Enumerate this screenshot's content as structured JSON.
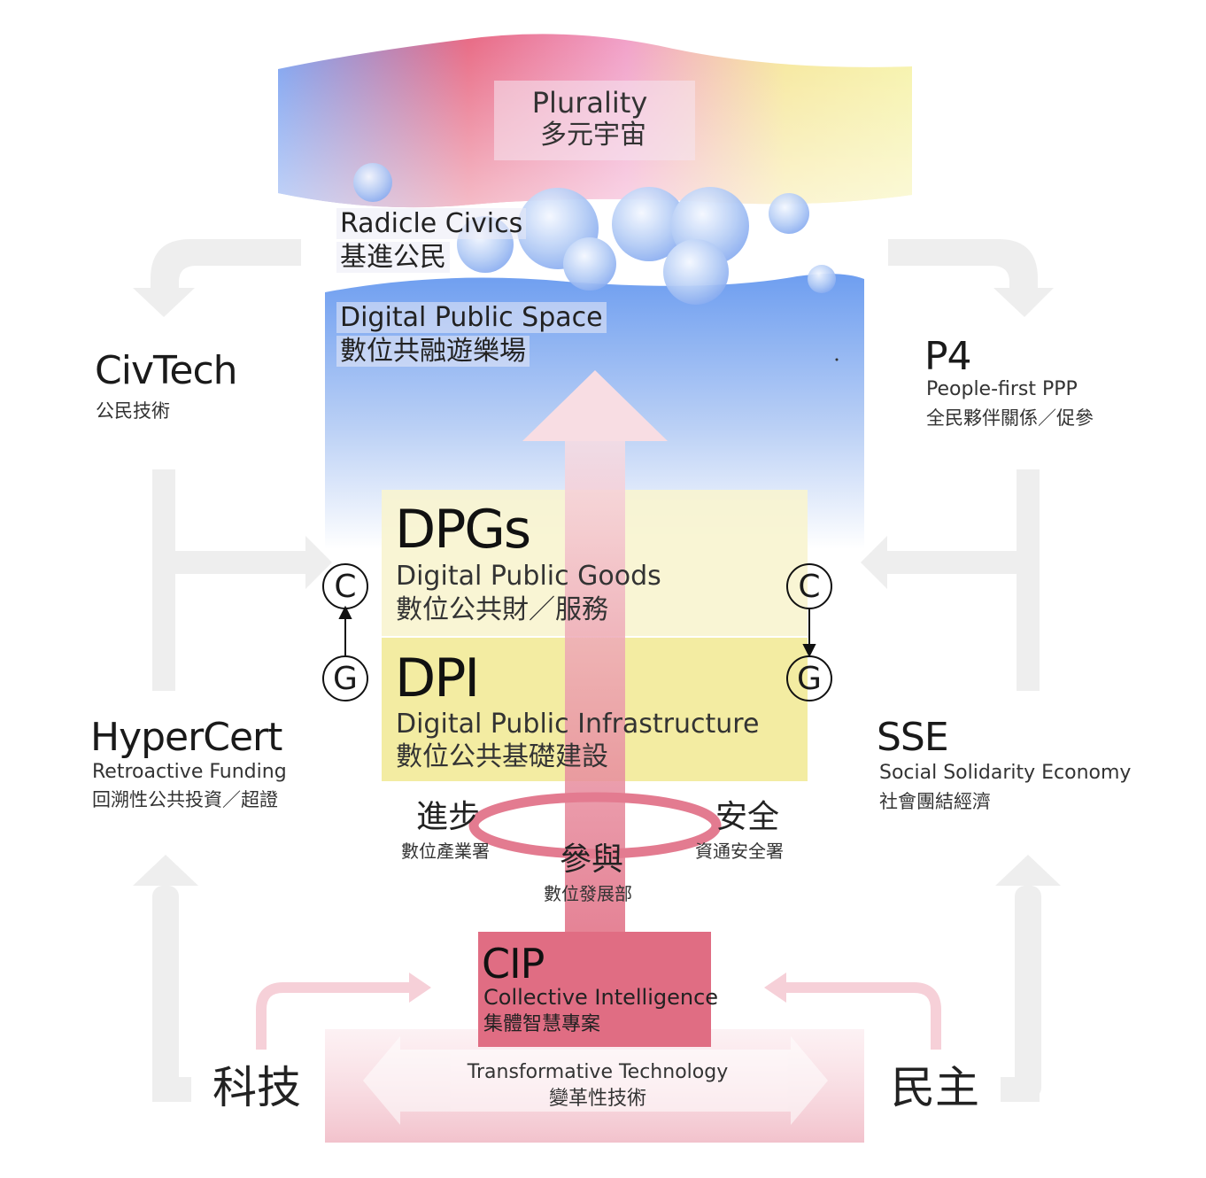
{
  "plurality": {
    "en": "Plurality",
    "zh": "多元宇宙"
  },
  "radicle": {
    "en": "Radicle Civics",
    "zh": "基進公民"
  },
  "public_space": {
    "en": "Digital Public Space",
    "zh": "數位共融遊樂場"
  },
  "civtech": {
    "en": "CivTech",
    "zh": "公民技術"
  },
  "p4": {
    "en": "P4",
    "sub_en": "People-first PPP",
    "zh": "全民夥伴關係／促參"
  },
  "dpgs": {
    "abbr": "DPGs",
    "en": "Digital Public Goods",
    "zh": "數位公共財／服務"
  },
  "dpi": {
    "abbr": "DPI",
    "en": "Digital Public Infrastructure",
    "zh": "數位公共基礎建設"
  },
  "hypercert": {
    "en": "HyperCert",
    "sub_en": "Retroactive Funding",
    "zh": "回溯性公共投資／超證"
  },
  "sse": {
    "en": "SSE",
    "sub_en": "Social Solidarity Economy",
    "zh": "社會團結經濟"
  },
  "ring": {
    "left_big": "進步",
    "left_small": "數位產業署",
    "right_big": "安全",
    "right_small": "資通安全署",
    "center_big": "參與",
    "center_small": "數位發展部"
  },
  "cip": {
    "abbr": "CIP",
    "en": "Collective Intelligence",
    "zh": "集體智慧專案"
  },
  "tech": {
    "en": "Transformative Technology",
    "zh": "變革性技術"
  },
  "bottom_left": "科技",
  "bottom_right": "民主",
  "badges": {
    "c": "C",
    "g": "G"
  },
  "colors": {
    "pink": "#e06d83",
    "yellow": "#f2ea9a",
    "blue": "#79a3ee",
    "grey": "#eeeeee"
  }
}
